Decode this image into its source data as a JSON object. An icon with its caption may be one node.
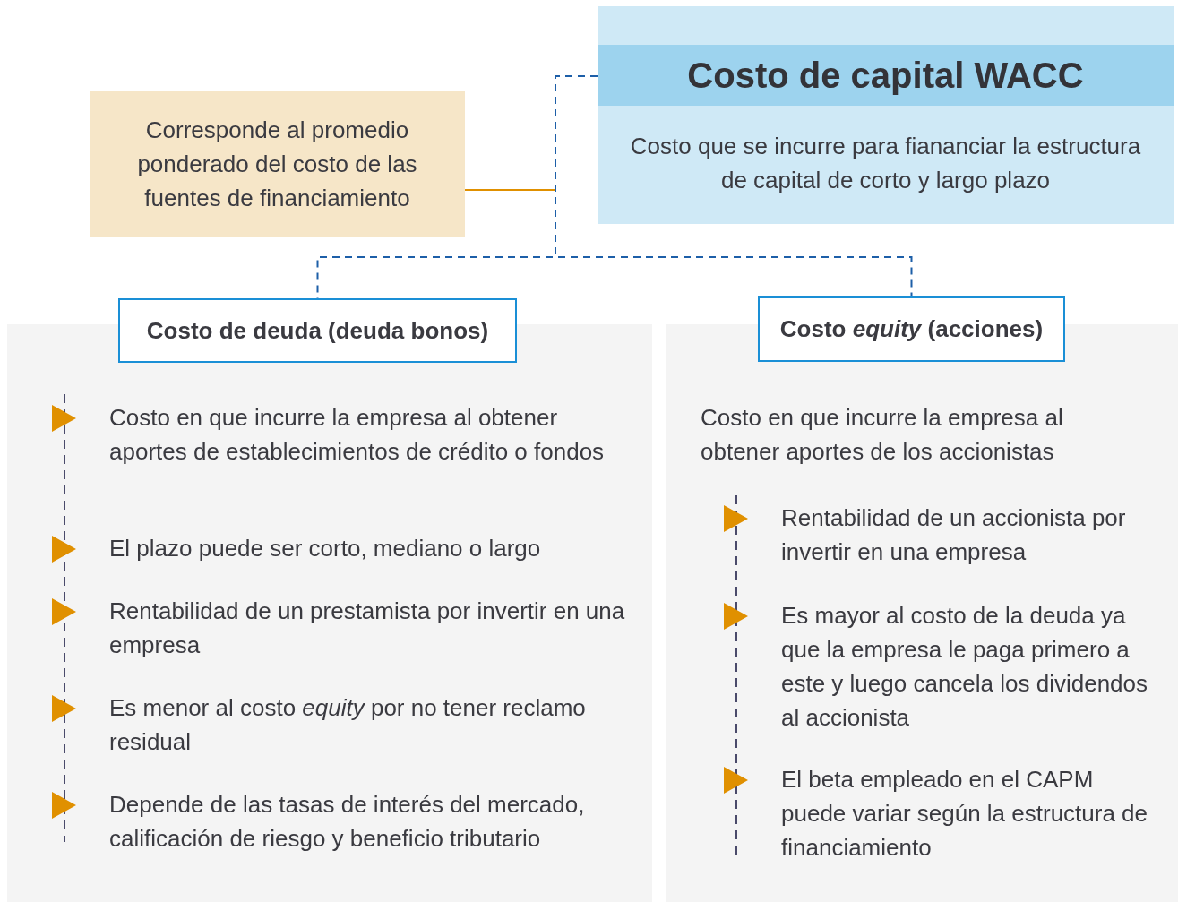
{
  "diagram": {
    "nodes": [
      {
        "text": [
          "Costo de capital WACC",
          "Costo que se incurre para fiananciar la estructura de capital de corto y largo plazo"
        ]
      },
      {
        "text": [
          "Corresponde al promedio ponderado del costo de las fuentes de financiamiento"
        ]
      },
      {
        "text": [
          "Costo en que incurre la empresa al obtener aportes de establecimientos de crédito o fondos",
          "El plazo puede ser corto, mediano o largo",
          "Rentabilidad de un prestamista por invertir en una empresa",
          "Es menor al costo *equity* por no tener reclamo residual",
          "Depende de las tasas de interés del mercado, calificación de riesgo y beneficio tributario"
        ]
      },
      {
        "text": [
          "Costo de deuda (deuda bonos)"
        ]
      },
      {
        "text": [
          "Costo en que incurre la empresa al obtener aportes de los accionistas",
          "Rentabilidad de un accionista por invertir en una empresa",
          "Es mayor al costo de la deuda ya que la empresa le paga primero a este y luego cancela los dividendos al accionista",
          "El beta empleado en el CAPM puede variar según la estructura de financiamiento"
        ]
      },
      {
        "text": [
          "Costo *equity* (acciones)"
        ]
      }
    ],
    "edges": [
      {
        "from": 0,
        "to": 3,
        "arrow": "none",
        "style": "dashed"
      },
      {
        "from": 0,
        "to": 5,
        "arrow": "none",
        "style": "dashed"
      },
      {
        "from": 1,
        "to": null,
        "arrow": "none",
        "color": "#e09000"
      }
    ]
  }
}
